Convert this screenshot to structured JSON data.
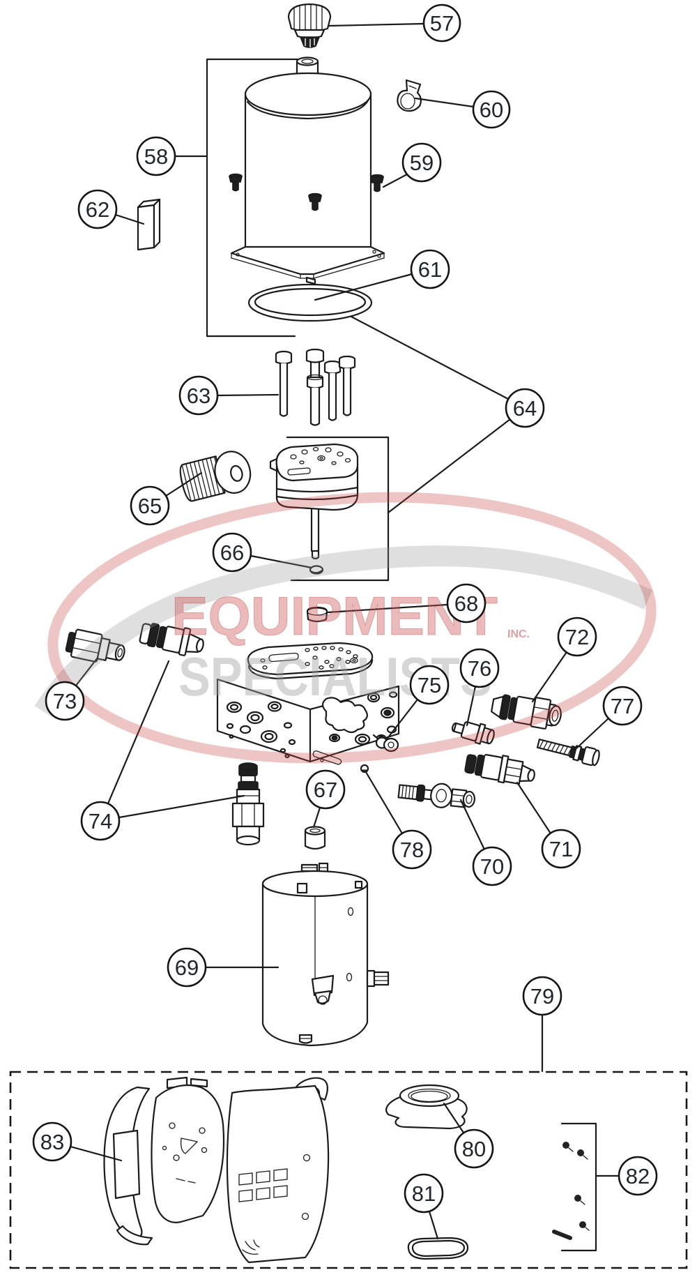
{
  "watermark": {
    "line1": "EQUIPMENT",
    "suffix": "INC.",
    "line2": "SPECIALISTS"
  },
  "callouts": {
    "c57": "57",
    "c58": "58",
    "c59": "59",
    "c60": "60",
    "c61": "61",
    "c62": "62",
    "c63": "63",
    "c64": "64",
    "c65": "65",
    "c66": "66",
    "c67": "67",
    "c68": "68",
    "c69": "69",
    "c70": "70",
    "c71": "71",
    "c72": "72",
    "c73": "73",
    "c74": "74",
    "c75": "75",
    "c76": "76",
    "c77": "77",
    "c78": "78",
    "c79": "79",
    "c80": "80",
    "c81": "81",
    "c82": "82",
    "c83": "83"
  }
}
